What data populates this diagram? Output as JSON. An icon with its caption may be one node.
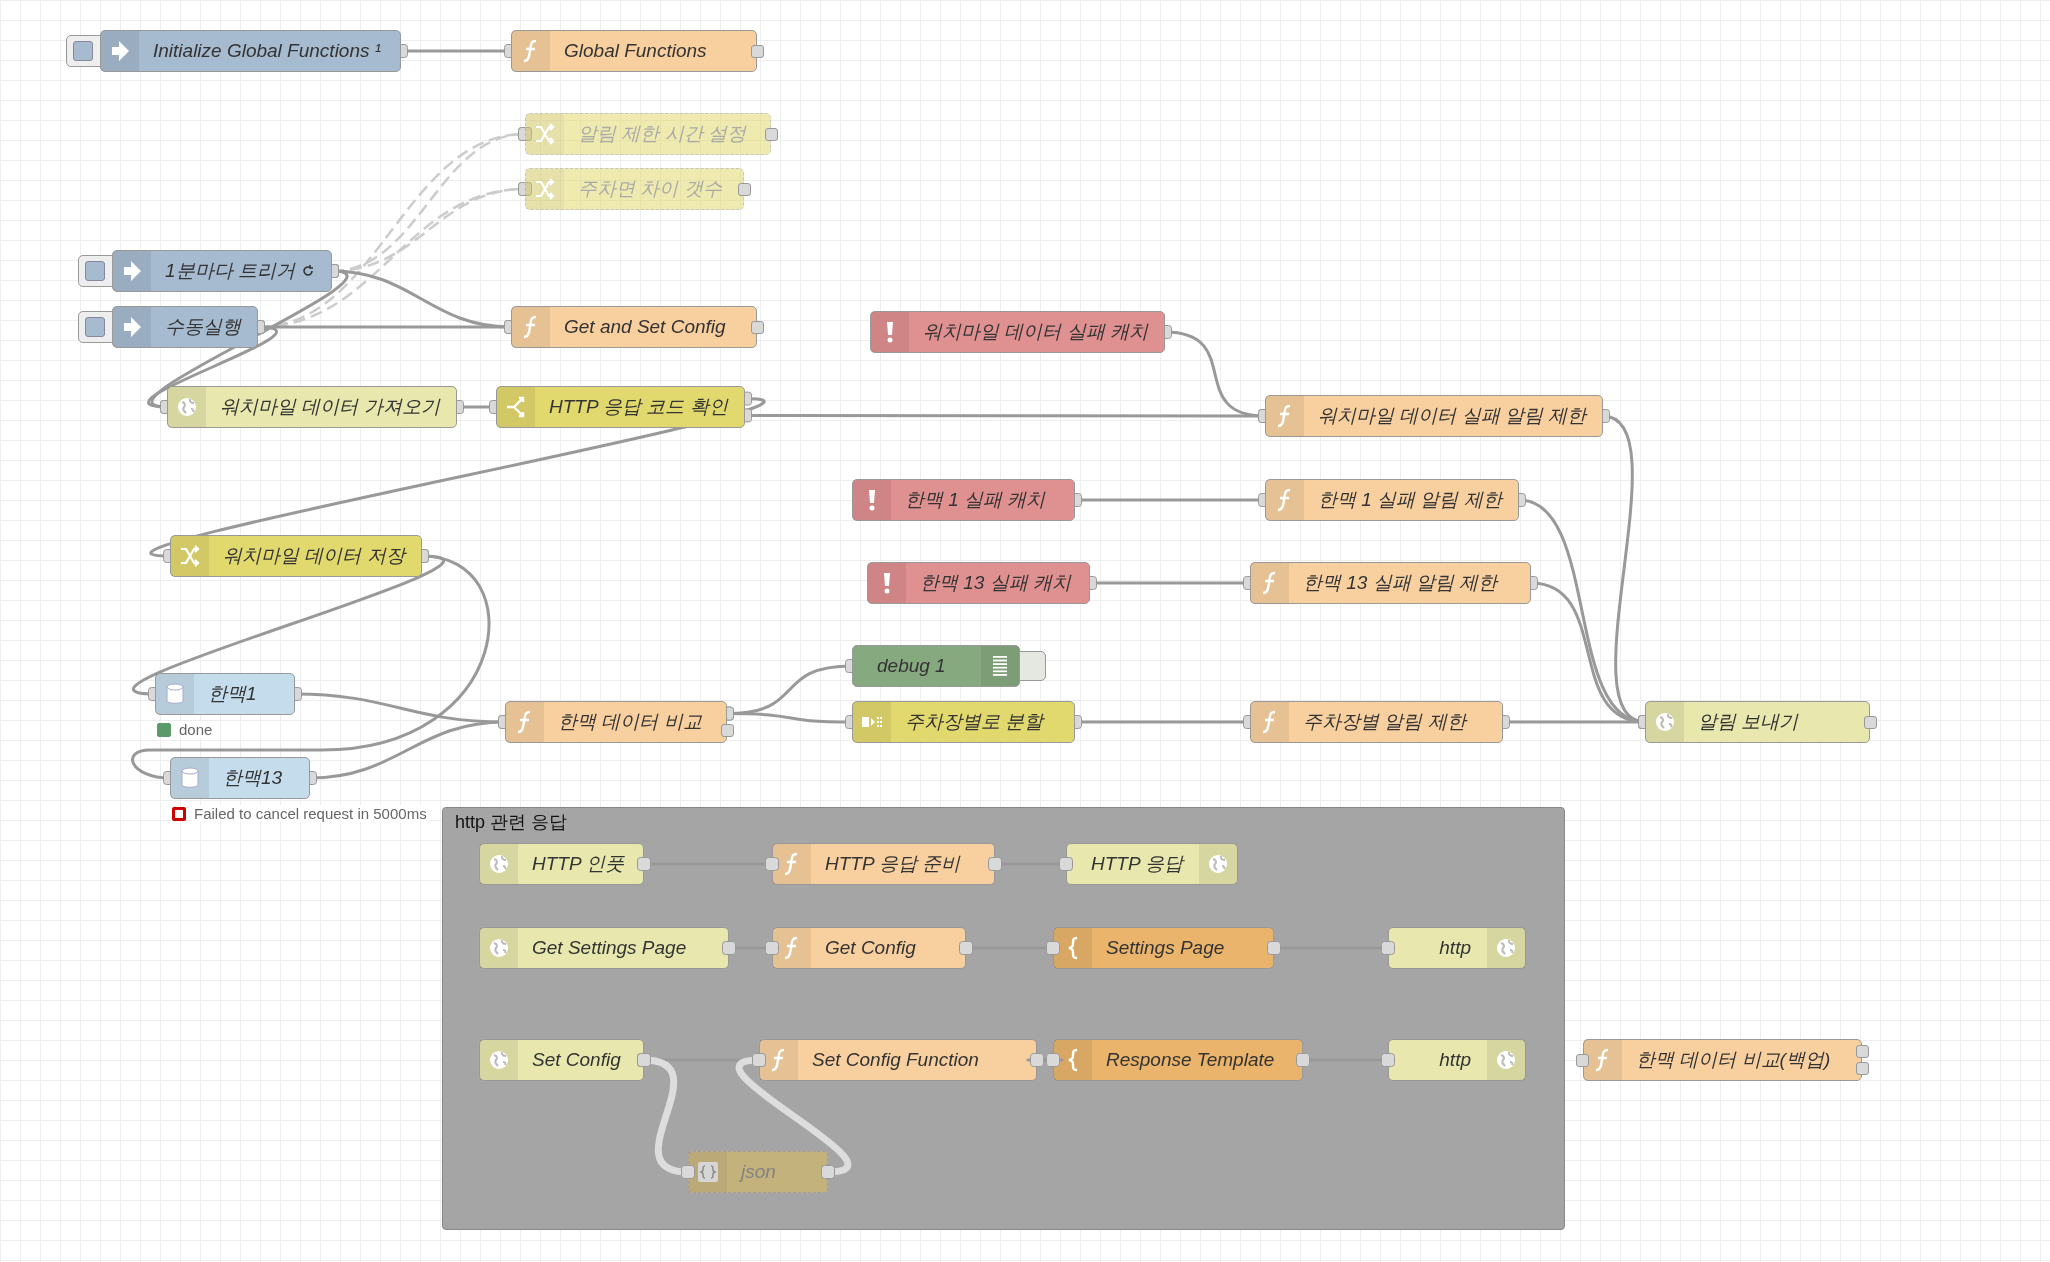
{
  "diagram": {
    "nodes": [
      {
        "text": [
          "Initialize Global Functions ¹"
        ]
      },
      {
        "text": [
          "Global Functions"
        ]
      },
      {
        "text": [
          "알림 제한 시간 설정"
        ]
      },
      {
        "text": [
          "주차면 차이 갯수"
        ]
      },
      {
        "text": [
          "1분마다 트리거"
        ]
      },
      {
        "text": [
          "수동실행"
        ]
      },
      {
        "text": [
          "Get and Set Config"
        ]
      },
      {
        "text": [
          "워치마일 데이터 실패 캐치"
        ]
      },
      {
        "text": [
          "워치마일 데이터 가져오기"
        ]
      },
      {
        "text": [
          "HTTP 응답 코드 확인"
        ]
      },
      {
        "text": [
          "워치마일 데이터 실패 알림 제한"
        ]
      },
      {
        "text": [
          "한맥 1 실패 캐치"
        ]
      },
      {
        "text": [
          "한맥 1 실패 알림 제한"
        ]
      },
      {
        "text": [
          "워치마일 데이터 저장"
        ]
      },
      {
        "text": [
          "한맥 13 실패 캐치"
        ]
      },
      {
        "text": [
          "한맥 13 실패 알림 제한"
        ]
      },
      {
        "text": [
          "debug 1"
        ]
      },
      {
        "text": [
          "한맥1"
        ],
        "beside": [
          "done"
        ]
      },
      {
        "text": [
          "한맥 데이터 비교"
        ]
      },
      {
        "text": [
          "주차장별로 분할"
        ]
      },
      {
        "text": [
          "주차장별 알림 제한"
        ]
      },
      {
        "text": [
          "알림 보내기"
        ]
      },
      {
        "text": [
          "한맥13"
        ],
        "beside": [
          "Failed to cancel request in 5000ms"
        ]
      },
      {
        "text": [
          "http 관련 응답"
        ]
      },
      {
        "text": [
          "HTTP 인풋"
        ],
        "in": 23
      },
      {
        "text": [
          "HTTP 응답 준비"
        ],
        "in": 23
      },
      {
        "text": [
          "HTTP 응답"
        ],
        "in": 23
      },
      {
        "text": [
          "Get Settings Page"
        ],
        "in": 23
      },
      {
        "text": [
          "Get Config"
        ],
        "in": 23
      },
      {
        "text": [
          "Settings Page"
        ],
        "in": 23
      },
      {
        "text": [
          "http"
        ],
        "in": 23
      },
      {
        "text": [
          "Set Config"
        ],
        "in": 23
      },
      {
        "text": [
          "Set Config Function"
        ],
        "in": 23
      },
      {
        "text": [
          "Response Template"
        ],
        "in": 23
      },
      {
        "text": [
          "http"
        ],
        "in": 23
      },
      {
        "text": [
          "json"
        ],
        "in": 23
      },
      {
        "text": [
          "한맥 데이터 비교(백업)"
        ]
      }
    ],
    "edges": [
      {
        "from": 0,
        "to": 1,
        "arrow": "other"
      },
      {
        "from": 4,
        "to": 2,
        "arrow": "other",
        "style": "dashed",
        "color": "#cccccc"
      },
      {
        "from": 4,
        "to": 3,
        "arrow": "other",
        "style": "dashed",
        "color": "#cccccc"
      },
      {
        "from": 5,
        "to": 2,
        "arrow": "other",
        "style": "dashed",
        "color": "#cccccc"
      },
      {
        "from": 5,
        "to": 3,
        "arrow": "other",
        "style": "dashed",
        "color": "#cccccc"
      },
      {
        "from": 4,
        "to": 6,
        "arrow": "other"
      },
      {
        "from": 4,
        "to": 8,
        "arrow": "other"
      },
      {
        "from": 5,
        "to": 6,
        "arrow": "other"
      },
      {
        "from": 5,
        "to": 8,
        "arrow": "other"
      },
      {
        "from": 8,
        "to": 9,
        "arrow": "other"
      },
      {
        "from": 9,
        "to": 13,
        "arrow": "other"
      },
      {
        "from": 9,
        "to": 10,
        "arrow": "other"
      },
      {
        "from": 7,
        "to": 10,
        "arrow": "other"
      },
      {
        "from": 11,
        "to": 12,
        "arrow": "other"
      },
      {
        "from": 14,
        "to": 15,
        "arrow": "other"
      },
      {
        "from": 13,
        "to": 17,
        "arrow": "other"
      },
      {
        "from": 13,
        "to": 22,
        "arrow": "other"
      },
      {
        "from": 17,
        "to": 18,
        "arrow": "other"
      },
      {
        "from": 22,
        "to": 18,
        "arrow": "other"
      },
      {
        "from": 18,
        "to": 16,
        "arrow": "other"
      },
      {
        "from": 18,
        "to": 19,
        "arrow": "other"
      },
      {
        "from": 19,
        "to": 20,
        "arrow": "other"
      },
      {
        "from": 10,
        "to": 21,
        "arrow": "other"
      },
      {
        "from": 12,
        "to": 21,
        "arrow": "other"
      },
      {
        "from": 15,
        "to": 21,
        "arrow": "other"
      },
      {
        "from": 20,
        "to": 21,
        "arrow": "other"
      },
      {
        "from": 24,
        "to": 25,
        "arrow": "other"
      },
      {
        "from": 25,
        "to": 26,
        "arrow": "other"
      },
      {
        "from": 27,
        "to": 28,
        "arrow": "other"
      },
      {
        "from": 28,
        "to": 29,
        "arrow": "other"
      },
      {
        "from": 29,
        "to": 30,
        "arrow": "other"
      },
      {
        "from": 31,
        "to": 32,
        "arrow": "other"
      },
      {
        "from": 32,
        "to": 33,
        "arrow": "other"
      },
      {
        "from": 33,
        "to": 34,
        "arrow": "other"
      },
      {
        "from": 31,
        "to": 35,
        "arrow": "other",
        "style": "thick",
        "color": "#dddddd"
      },
      {
        "from": 35,
        "to": 32,
        "arrow": "other",
        "style": "thick",
        "color": "#dddddd"
      }
    ]
  }
}
